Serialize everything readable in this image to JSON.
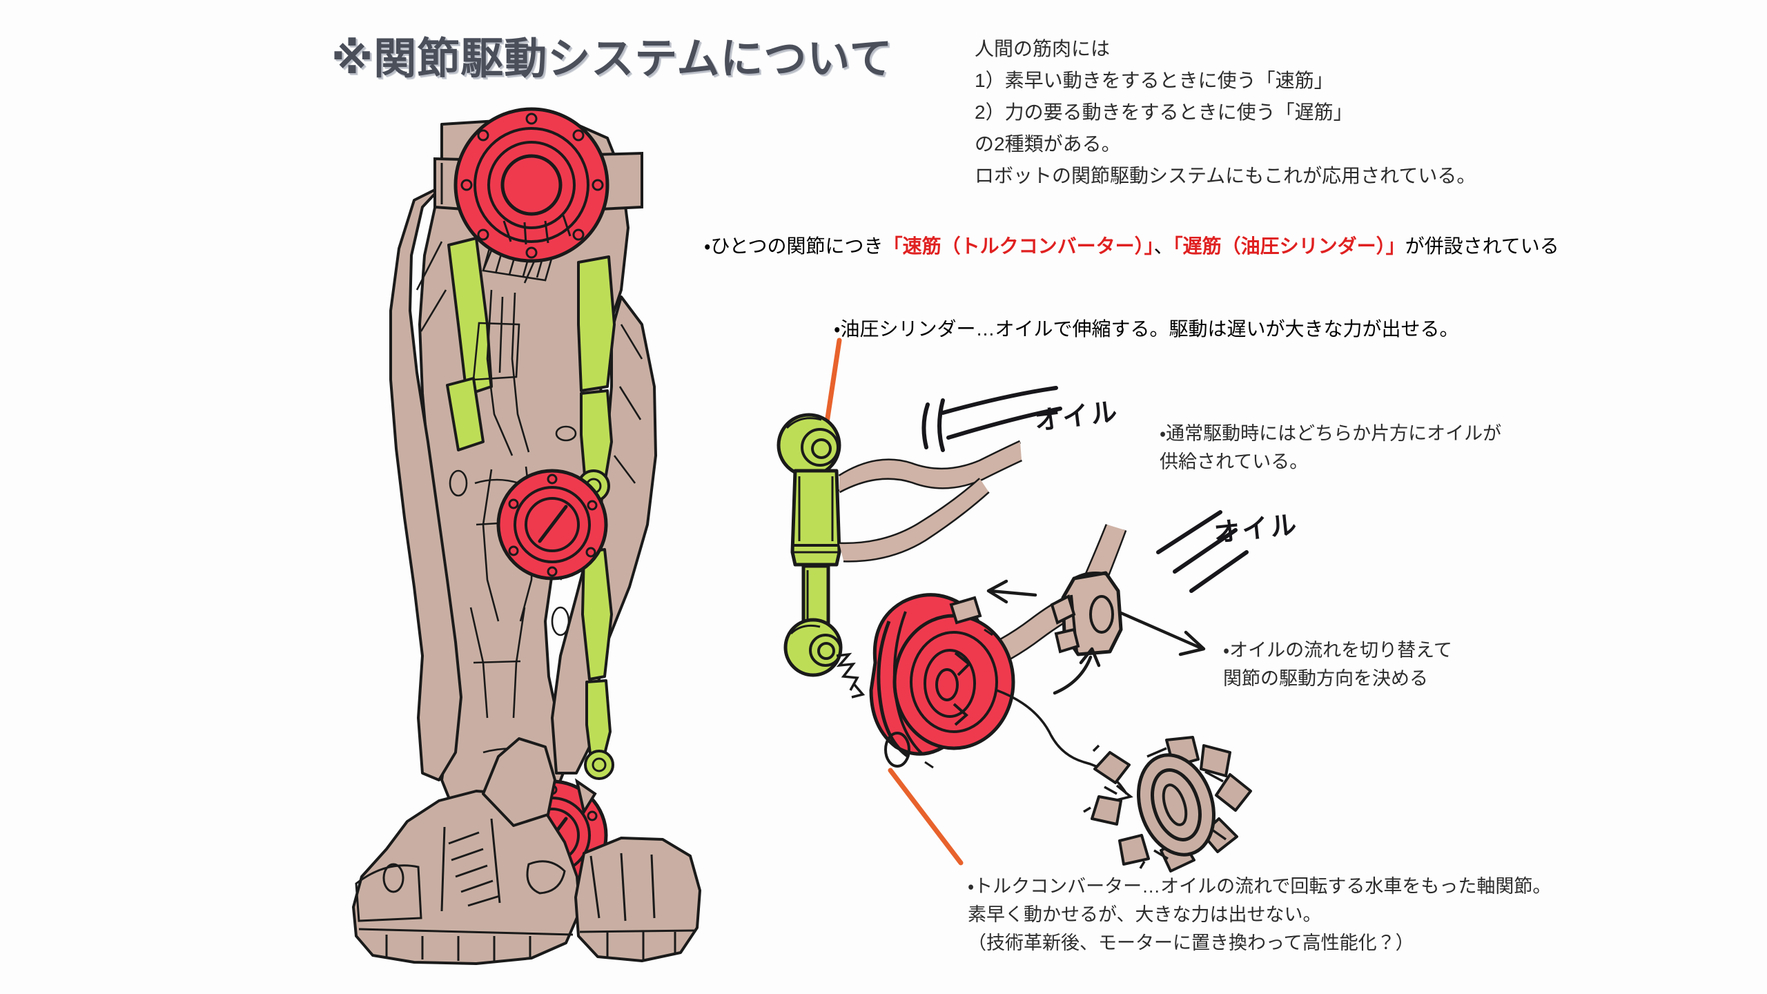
{
  "document": {
    "title": "※関節駆動システムについて",
    "language": "ja"
  },
  "palette": {
    "ink": "#1a1a1a",
    "title_text": "#4a4f5a",
    "title_shadow": "#c2c6cd",
    "red_accent": "#e02020",
    "red_joint_fill": "#ef3a4e",
    "red_joint_dark": "#d52038",
    "green_cylinder": "#bedd57",
    "green_cylinder_dark": "#9cc23a",
    "tan_frame": "#c9afa3",
    "tan_frame_dark": "#b2958a",
    "tan_hose": "#cfb3a6",
    "orange_leader": "#e8622c",
    "body_text": "#2c2c2c",
    "page_bg": "#ffffff"
  },
  "intro": {
    "lines": [
      "人間の筋肉には",
      "1）素早い動きをするときに使う「速筋」",
      "2）力の要る動きをするときに使う「遅筋」",
      "の2種類がある。",
      "ロボットの関節駆動システムにもこれが応用されている。"
    ]
  },
  "highlight_line": {
    "prefix": "・ひとつの関節につき",
    "red_1": "「速筋（トルクコンバーター）」",
    "middle": "、",
    "red_2": "「遅筋（油圧シリンダー）」",
    "suffix": "が併設されている"
  },
  "cylinder_note": {
    "text": "・油圧シリンダー…オイルで伸縮する。駆動は遅いが大きな力が出せる。"
  },
  "supply_note": {
    "lines": [
      "・通常駆動時にはどちらか片方にオイルが",
      "供給されている。"
    ]
  },
  "switch_note": {
    "lines": [
      "・オイルの流れを切り替えて",
      "関節の駆動方向を決める"
    ]
  },
  "torque_converter_note": {
    "lines": [
      "・トルクコンバーター…オイルの流れで回転する水車をもった軸関節。",
      "素早く動かせるが、大きな力は出せない。",
      "（技術革新後、モーターに置き換わって高性能化？）"
    ]
  },
  "handwritten_labels": [
    {
      "id": "oil-label-upper",
      "text": "オイル"
    },
    {
      "id": "oil-label-lower",
      "text": "オイル"
    }
  ],
  "figures": {
    "robot_leg": {
      "name": "robot-leg-assembly",
      "caption_parts": [
        "hip-joint-red",
        "knee-joint-red",
        "ankle-joint-red",
        "hydraulic-cylinders-green",
        "frame-tan",
        "mechanical-boot"
      ]
    },
    "hydraulic_cylinder": {
      "name": "hydraulic-cylinder-detail"
    },
    "torque_converter": {
      "name": "torque-converter-detail"
    },
    "valve_block": {
      "name": "oil-valve-block-detail"
    },
    "impeller": {
      "name": "impeller-water-wheel-detail"
    }
  }
}
